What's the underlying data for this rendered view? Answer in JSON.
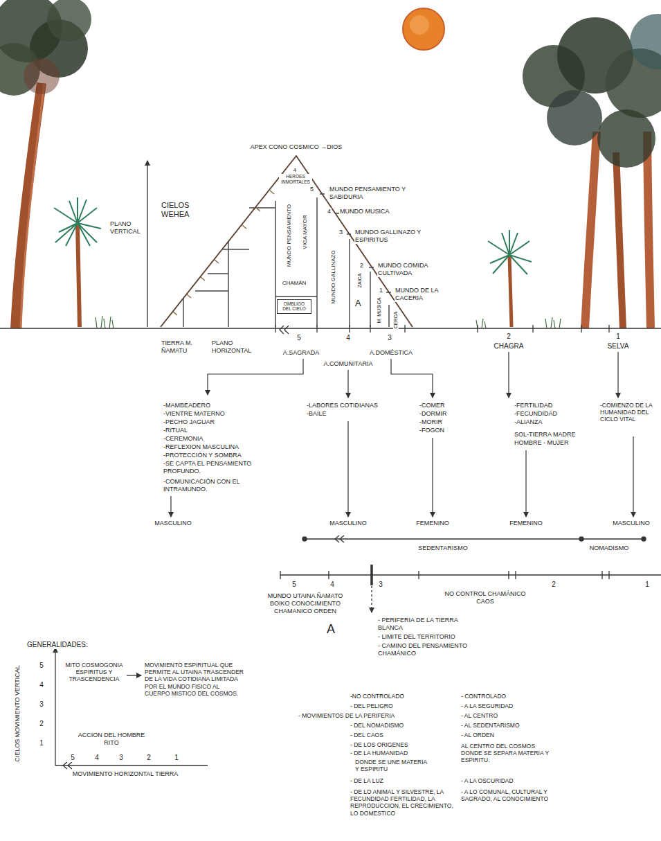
{
  "diagram": {
    "nodes": [
      {
        "text": [
          "OMBLIGO DEL CIELO"
        ]
      }
    ],
    "labels": [
      "APEX CONO COSMICO →DIOS",
      "4",
      "HEROES INMORTALES",
      "5",
      "MUNDO PENSAMIENTO Y SABIDURIA",
      "4",
      "MUNDO MUSICA",
      "3",
      "MUNDO GALLINAZO Y ESPIRITUS",
      "2",
      "MUNDO COMIDA CULTIVADA",
      "1",
      "MUNDO DE LA CACERIA",
      "MUNDO PENSAMIENTO",
      "VIGA MAYOR",
      "CHAMÁN",
      "MUNDO GALLINAZO",
      "ZAICA",
      "A",
      "M. MUSICA",
      "CERCA",
      "CIELOS WEHEA",
      "PLANO VERTICAL",
      "TIERRA M. ÑAMATU",
      "PLANO HORIZONTAL",
      "5",
      "4",
      "3",
      "2",
      "1",
      "A.SAGRADA",
      "A.COMUNITARIA",
      "A.DOMÉSTICA",
      "CHAGRA",
      "SELVA",
      "-MAMBEADERO",
      "-VIENTRE MATERNO",
      "-PECHO JAGUAR",
      "-RITUAL",
      "-CEREMONIA",
      "-REFLEXION MASCULINA",
      "-PROTECCIÓN Y SOMBRA",
      "-SE CAPTA EL PENSAMIENTO PROFUNDO.",
      "-COMUNICACIÓN CON EL INTRAMUNDO.",
      "MASCULINO",
      "-LABORES COTIDIANAS",
      "-BAILE",
      "MASCULINO",
      "-COMER",
      "-DORMIR",
      "-MORIR",
      "-FOGON",
      "FEMENINO",
      "-FERTILIDAD",
      "-FECUNDIDAD",
      "-ALIANZA",
      "SOL-TIERRA MADRE",
      "HOMBRE - MUJER",
      "FEMENINO",
      "-COMIENZO DE LA HUMANIDAD DEL CICLO VITAL",
      "MASCULINO",
      "SEDENTARISMO",
      "NOMADISMO",
      "5",
      "4",
      "3",
      "2",
      "1",
      "MUNDO UTAINA ÑAMATO BOIKO CONOCIMIENTO CHAMANICO ORDEN",
      "NO CONTROL CHAMÁNICO CAOS",
      "A",
      "- PERIFERIA DE LA TIERRA BLANCA",
      "- LIMITE DEL TERRITORIO",
      "- CAMINO DEL PENSAMIENTO CHAMÁNICO",
      "GENERALIDADES:",
      "CIELOS MOVIMIENTO VERTICAL",
      "5",
      "4",
      "3",
      "2",
      "1",
      "MITO COSMOGONIA ESPIRITUS Y TRASCENDENCIA",
      "MOVIMIENTO ESPIRITUAL QUE PERMITE AL UTAINA TRASCENDER DE LA VIDA COTIDIANA LIMITADA POR EL MUNDO FISICO AL CUERPO MISTICO DEL COSMOS.",
      "ACCION DEL HOMBRE RITO",
      "5",
      "4",
      "3",
      "2",
      "1",
      "MOVIMIENTO HORIZONTAL TIERRA",
      "-NO CONTROLADO",
      "- CONTROLADO",
      "- DEL PELIGRO",
      "- A LA SEGURIDAD",
      "- MOVIMIENTOS DE LA PERIFERIA",
      "- AL CENTRO",
      "- DEL NOMADISMO",
      "- AL SEDENTARISMO",
      "- DEL CAOS",
      "- AL ORDEN",
      "- DE LOS ORIGENES",
      "- DE LA HUMANIDAD",
      "DONDE SE UNE MATERIA Y ESPIRITU",
      "AL CENTRO DEL COSMOS DONDE SE SEPARA MATERIA Y ESPIRITU.",
      "- DE LA LUZ",
      "- A LA OSCURIDAD",
      "- DE LO ANIMAL Y SILVESTRE, LA FECUNDIDAD FERTILIDAD, LA REPRODUCCION, EL CRECIMIENTO, LO DOMESTICO",
      "- A LO COMUNAL, CULTURAL Y SAGRADO, AL CONOCIMIENTO"
    ]
  }
}
